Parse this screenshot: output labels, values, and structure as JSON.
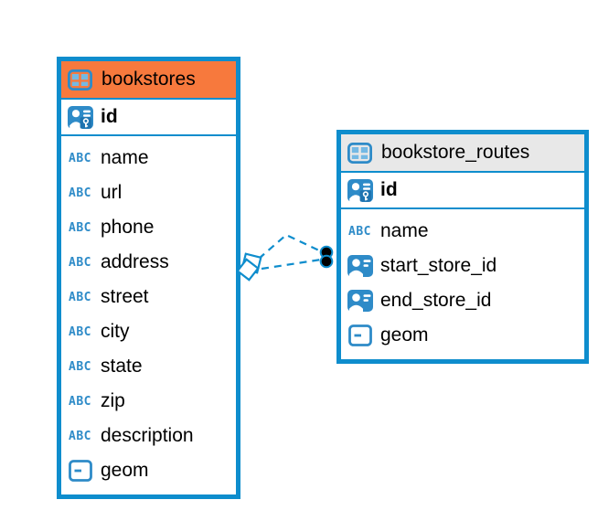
{
  "diagram": {
    "type": "entity-relationship",
    "tables": {
      "bookstores": {
        "title": "bookstores",
        "header_color": "#F7793D",
        "primary_key": "id",
        "columns": [
          "name",
          "url",
          "phone",
          "address",
          "street",
          "city",
          "state",
          "zip",
          "description",
          "geom"
        ]
      },
      "bookstore_routes": {
        "title": "bookstore_routes",
        "header_color": "#E8E8E8",
        "primary_key": "id",
        "columns": [
          "name",
          "start_store_id",
          "end_store_id",
          "geom"
        ]
      }
    },
    "relationships": [
      {
        "from_table": "bookstore_routes",
        "from_column": "start_store_id",
        "to_table": "bookstores",
        "to_column": "id",
        "line_style": "dashed"
      },
      {
        "from_table": "bookstore_routes",
        "from_column": "end_store_id",
        "to_table": "bookstores",
        "to_column": "id",
        "line_style": "dashed"
      }
    ]
  },
  "icons": {
    "table_icon": "table-grid-icon",
    "primary_key_icon": "user-key-icon",
    "reference_icon": "user-card-icon",
    "geometry_icon": "square-dash-icon",
    "text_type_label": "ABC"
  },
  "colors": {
    "accent_blue": "#0E8DCD",
    "icon_blue": "#2E8BC8",
    "icon_cell_blue": "#74B9E4",
    "key_badge_blue": "#1F74B0",
    "bookstores_header_orange": "#F7793D",
    "routes_header_gray": "#E8E8E8",
    "relation_dot_black": "#000000",
    "background": "#FFFFFF"
  }
}
